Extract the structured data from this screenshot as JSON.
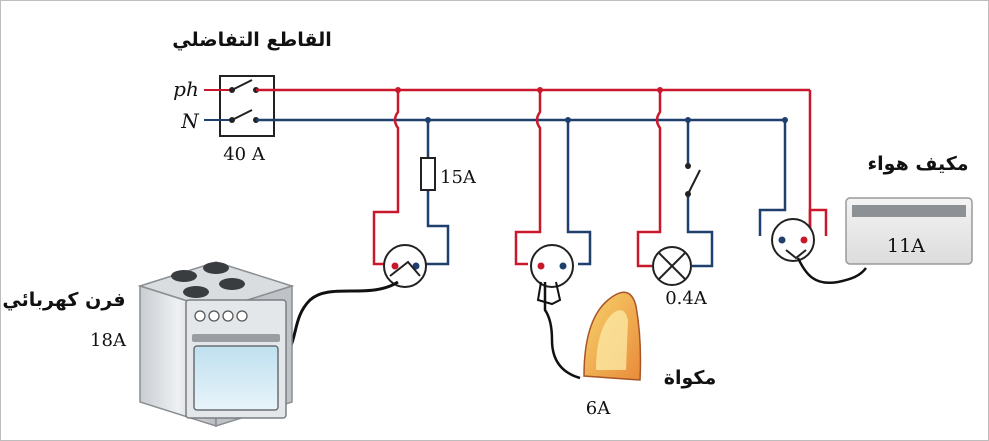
{
  "breaker": {
    "title": "القاطع التفاضلي",
    "rating": "40 A"
  },
  "lines": {
    "phase_label": "ph",
    "neutral_label": "N",
    "phase_color": "#c9182b",
    "neutral_color": "#1f3f6e"
  },
  "fuse": {
    "rating": "15A"
  },
  "oven": {
    "label": "فرن كهربائي",
    "current": "18A"
  },
  "iron": {
    "label": "مكواة",
    "current": "6A"
  },
  "lamp": {
    "current": "0.4A"
  },
  "air_conditioner": {
    "label": "مكيف هواء",
    "current": "11A"
  },
  "icons": [
    "breaker-icon",
    "fuse-icon",
    "switch-icon",
    "socket-icon",
    "lamp-icon",
    "oven-icon",
    "iron-icon",
    "air-conditioner-icon"
  ]
}
